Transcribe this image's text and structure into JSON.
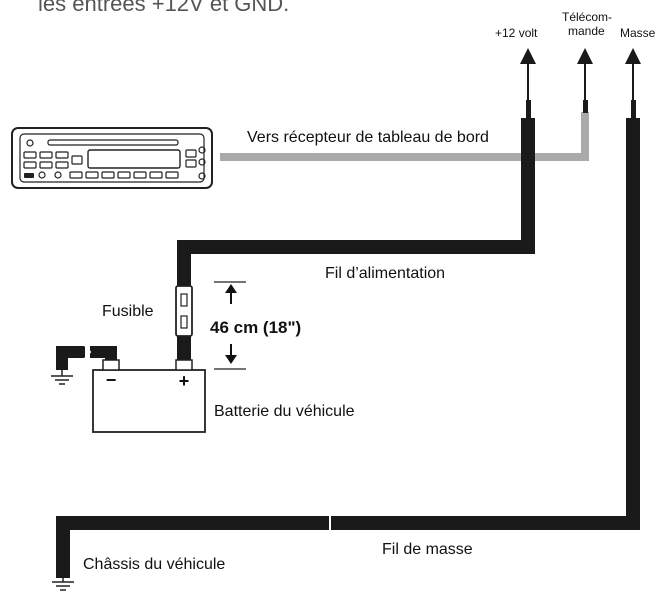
{
  "top_text": "les entrées +12V et GND.",
  "terminals": {
    "plus12": "+12 volt",
    "remote_line1": "Télécom-",
    "remote_line2": "mande",
    "ground": "Masse"
  },
  "labels": {
    "to_receiver": "Vers récepteur de tableau de bord",
    "power_wire": "Fil d’alimentation",
    "fuse": "Fusible",
    "distance": "46 cm (18\")",
    "battery": "Batterie du véhicule",
    "ground_wire": "Fil de masse",
    "chassis": "Châssis du véhicule"
  },
  "battery_terminals": {
    "negative": "−",
    "positive": "+"
  },
  "colors": {
    "wire_black": "#1a1a1a",
    "wire_gray": "#aaaaaa",
    "outline": "#222222"
  }
}
